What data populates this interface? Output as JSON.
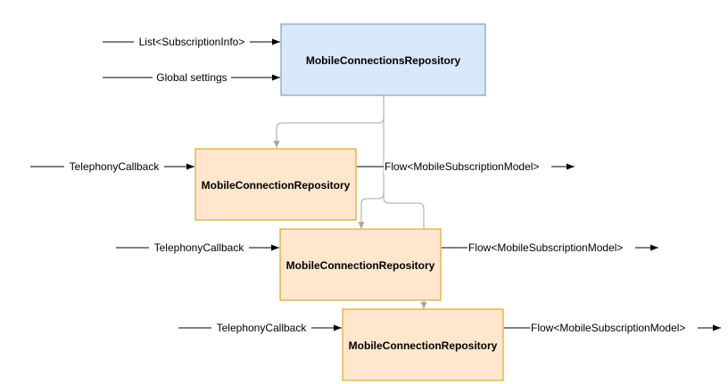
{
  "colors": {
    "main_fill": "#dae8fc",
    "main_stroke": "#6c8ebf",
    "repo_fill": "#ffe6cc",
    "repo_stroke": "#d79b00",
    "connector": "#a6a6a6",
    "arrow": "#000000"
  },
  "main_box": {
    "title": "MobileConnectionsRepository",
    "inputs": [
      "List<SubscriptionInfo>",
      "Global settings"
    ]
  },
  "repositories": [
    {
      "title": "MobileConnectionRepository",
      "input": "TelephonyCallback",
      "output": "Flow<MobileSubscriptionModel>"
    },
    {
      "title": "MobileConnectionRepository",
      "input": "TelephonyCallback",
      "output": "Flow<MobileSubscriptionModel>"
    },
    {
      "title": "MobileConnectionRepository",
      "input": "TelephonyCallback",
      "output": "Flow<MobileSubscriptionModel>"
    }
  ]
}
